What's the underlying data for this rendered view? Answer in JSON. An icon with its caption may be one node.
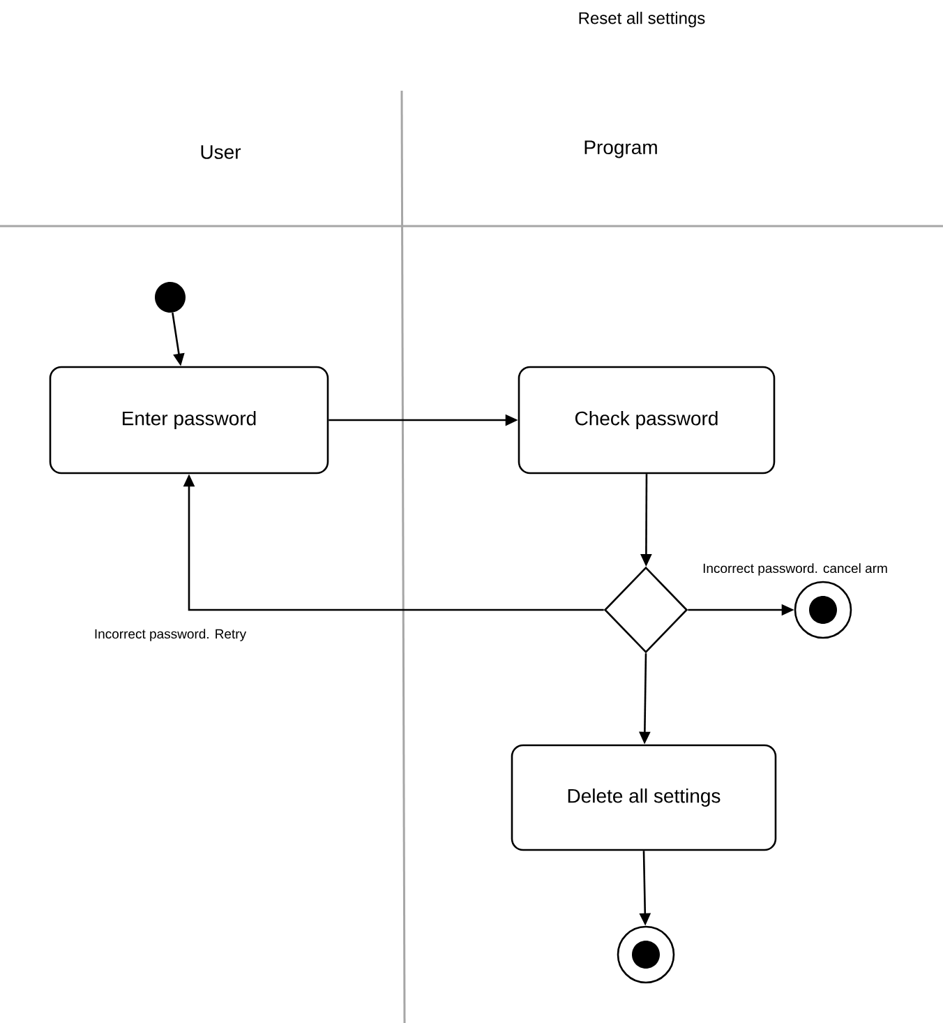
{
  "diagram": {
    "title": "Reset all settings",
    "nodes": [
      {
        "text": [],
        "shape": "dot"
      },
      {
        "text": [
          "Enter password"
        ]
      },
      {
        "text": [
          "Check password"
        ]
      },
      {
        "text": [],
        "shape": "diamond"
      },
      {
        "text": [],
        "shape": "circle"
      },
      {
        "text": [
          "Delete all settings"
        ]
      },
      {
        "text": [],
        "shape": "circle"
      }
    ],
    "edges": [
      {
        "from": 0,
        "to": 1,
        "arrow": "to"
      },
      {
        "from": 1,
        "to": 2,
        "arrow": "to"
      },
      {
        "from": 2,
        "to": 3,
        "arrow": "to"
      },
      {
        "from": 3,
        "to": 4,
        "arrow": "to",
        "label": "Incorrect password. cancel arm"
      },
      {
        "from": 3,
        "to": 1,
        "arrow": "to",
        "label": "Incorrect password. Retry"
      },
      {
        "from": 3,
        "to": 5,
        "arrow": "to"
      },
      {
        "from": 5,
        "to": 6,
        "arrow": "to"
      }
    ],
    "labels": [
      "User",
      "Program"
    ]
  }
}
